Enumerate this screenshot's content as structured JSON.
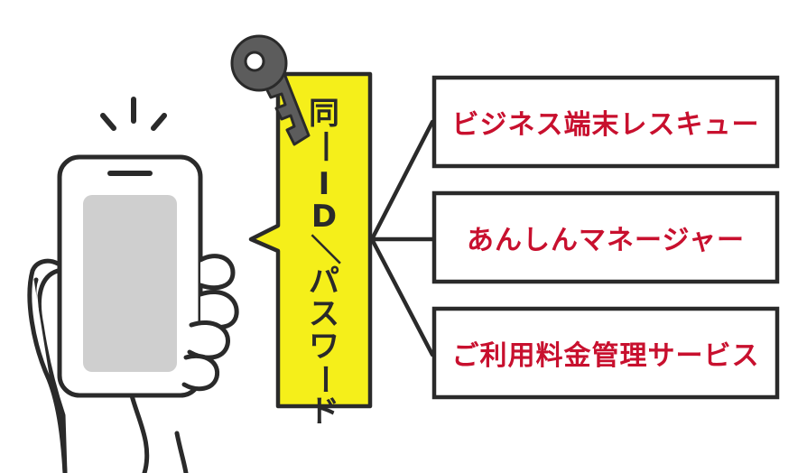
{
  "callout": {
    "label": "同一ID／パスワード",
    "chars": [
      "同",
      "一",
      "I",
      "D",
      "／",
      "パ",
      "ス",
      "ワ",
      "ー",
      "ド"
    ],
    "fill": "#f5ef1a",
    "stroke": "#2a2a2a"
  },
  "services": [
    {
      "label": "ビジネス端末レスキュー"
    },
    {
      "label": "あんしんマネージャー"
    },
    {
      "label": "ご利用料金管理サービス"
    }
  ],
  "colors": {
    "line": "#2a2a2a",
    "service_text": "#c8102e",
    "key": "#5c5c5c",
    "phone_screen": "#cfcfcf"
  },
  "icons": [
    "phone-icon",
    "hand-icon",
    "key-icon",
    "notification-lines-icon"
  ]
}
